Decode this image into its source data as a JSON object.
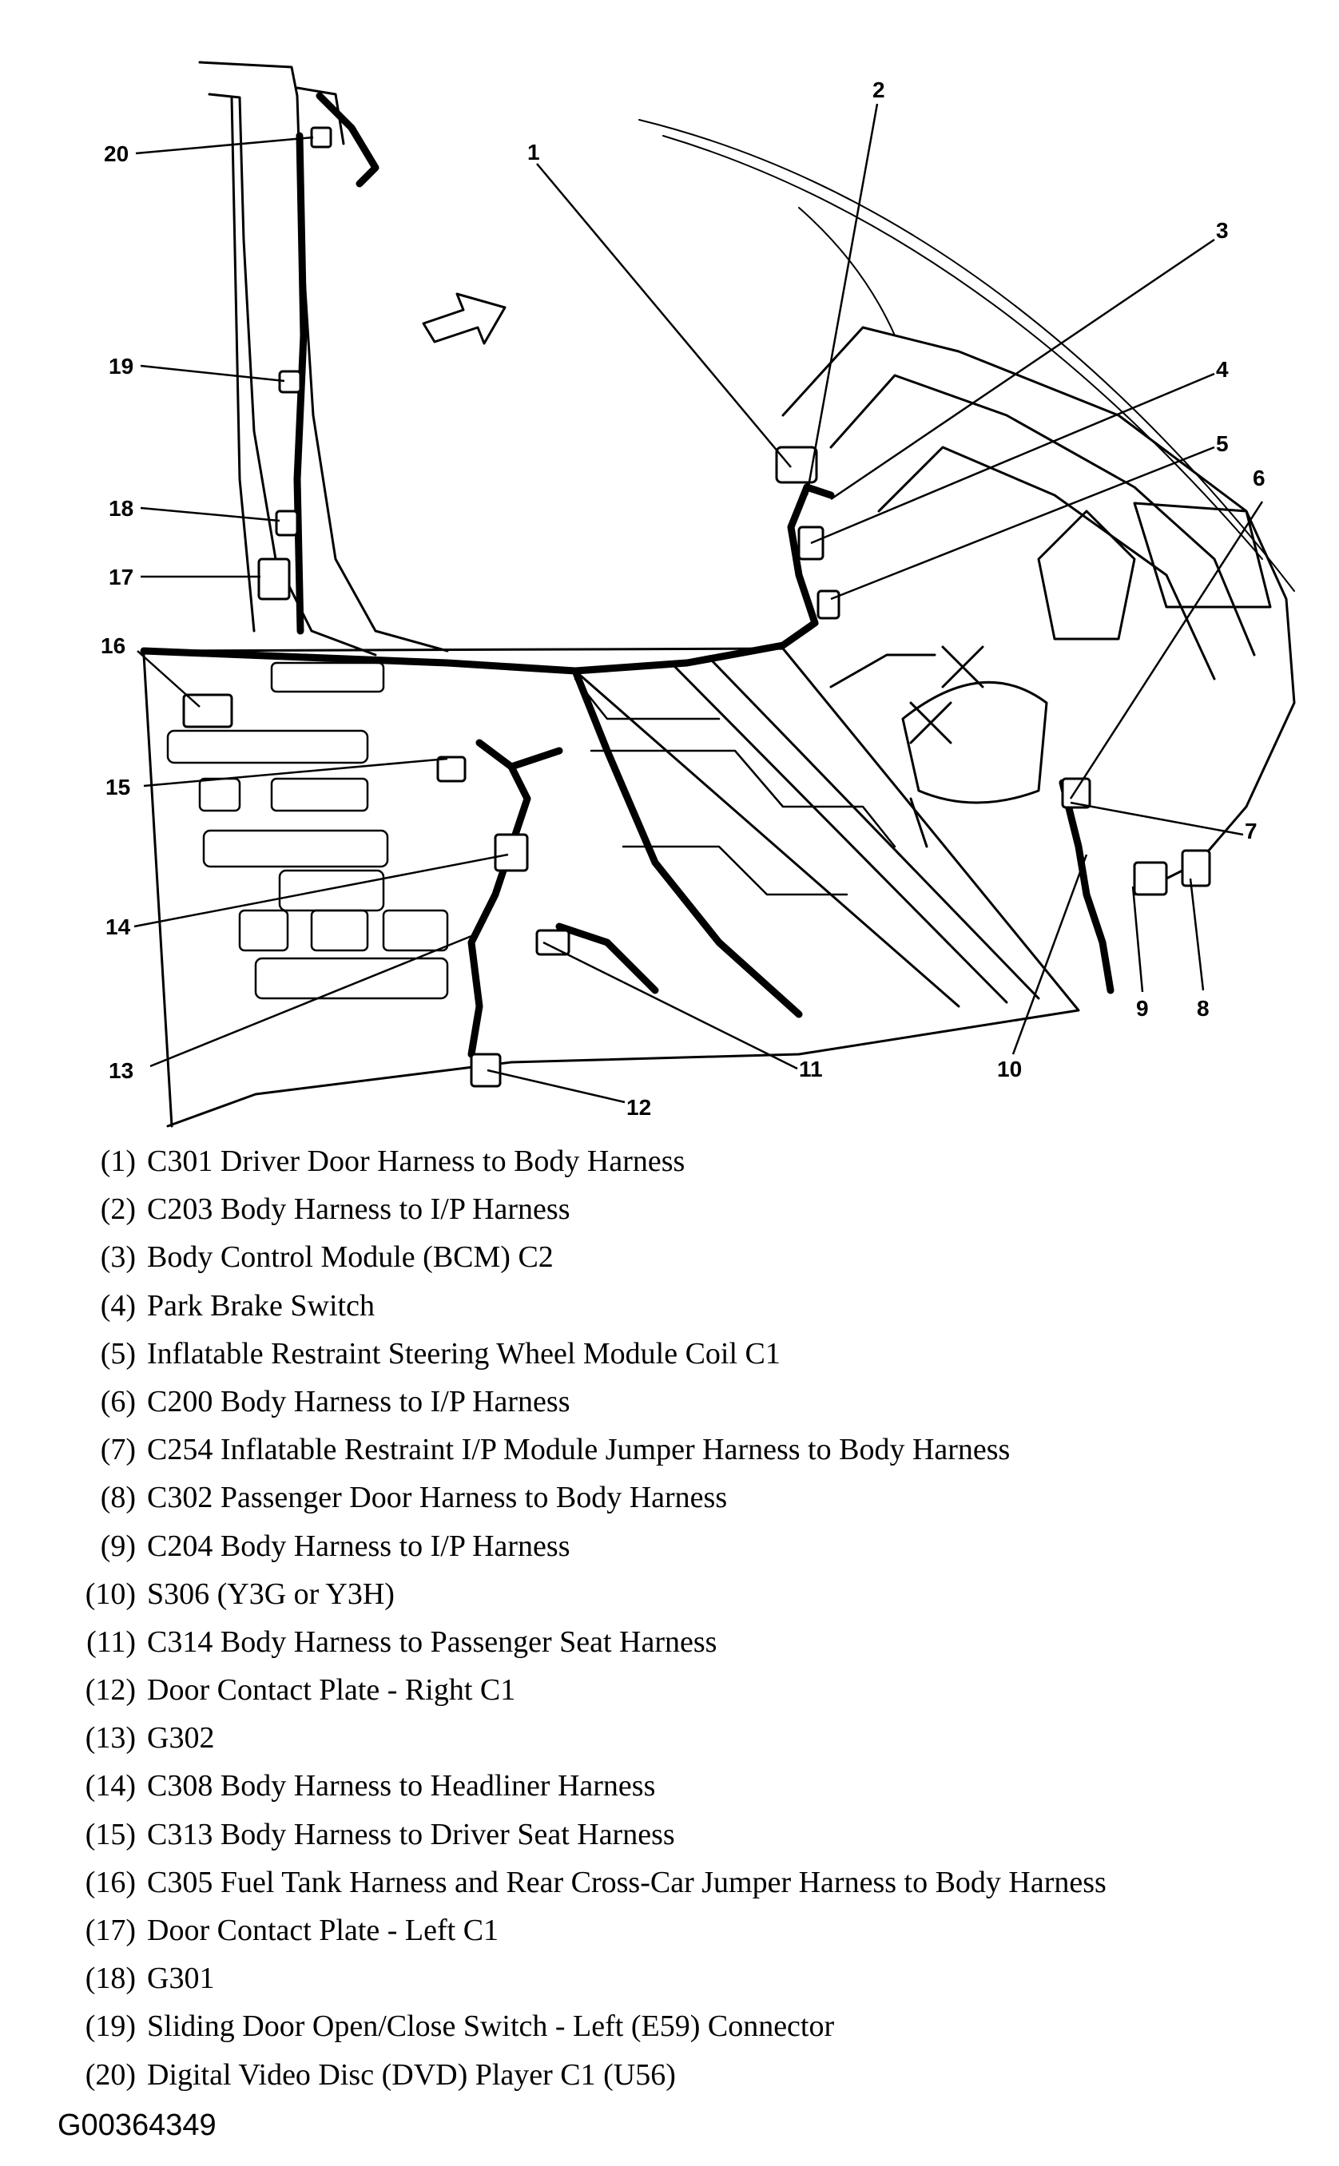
{
  "callouts": [
    "1",
    "2",
    "3",
    "4",
    "5",
    "6",
    "7",
    "8",
    "9",
    "10",
    "11",
    "12",
    "13",
    "14",
    "15",
    "16",
    "17",
    "18",
    "19",
    "20"
  ],
  "legend": [
    {
      "num": "(1)",
      "text": "C301 Driver Door Harness to Body Harness"
    },
    {
      "num": "(2)",
      "text": "C203 Body Harness to I/P Harness"
    },
    {
      "num": "(3)",
      "text": "Body Control Module (BCM) C2"
    },
    {
      "num": "(4)",
      "text": "Park Brake Switch"
    },
    {
      "num": "(5)",
      "text": "Inflatable Restraint Steering Wheel Module Coil C1"
    },
    {
      "num": "(6)",
      "text": "C200 Body Harness to I/P Harness"
    },
    {
      "num": "(7)",
      "text": "C254 Inflatable Restraint I/P Module Jumper Harness to Body Harness"
    },
    {
      "num": "(8)",
      "text": "C302 Passenger Door Harness to Body Harness"
    },
    {
      "num": "(9)",
      "text": "C204 Body Harness to I/P Harness"
    },
    {
      "num": "(10)",
      "text": "S306 (Y3G or Y3H)"
    },
    {
      "num": "(11)",
      "text": "C314 Body Harness to Passenger Seat Harness"
    },
    {
      "num": "(12)",
      "text": "Door Contact Plate - Right C1"
    },
    {
      "num": "(13)",
      "text": "G302"
    },
    {
      "num": "(14)",
      "text": "C308 Body Harness to Headliner Harness"
    },
    {
      "num": "(15)",
      "text": "C313 Body Harness to Driver Seat Harness"
    },
    {
      "num": "(16)",
      "text": "C305 Fuel Tank Harness and Rear Cross-Car Jumper Harness to Body Harness"
    },
    {
      "num": "(17)",
      "text": "Door Contact Plate - Left C1"
    },
    {
      "num": "(18)",
      "text": "G301"
    },
    {
      "num": "(19)",
      "text": "Sliding Door Open/Close Switch - Left (E59) Connector"
    },
    {
      "num": "(20)",
      "text": "Digital Video Disc (DVD) Player C1 (U56)"
    }
  ],
  "figure_id": "G00364349"
}
